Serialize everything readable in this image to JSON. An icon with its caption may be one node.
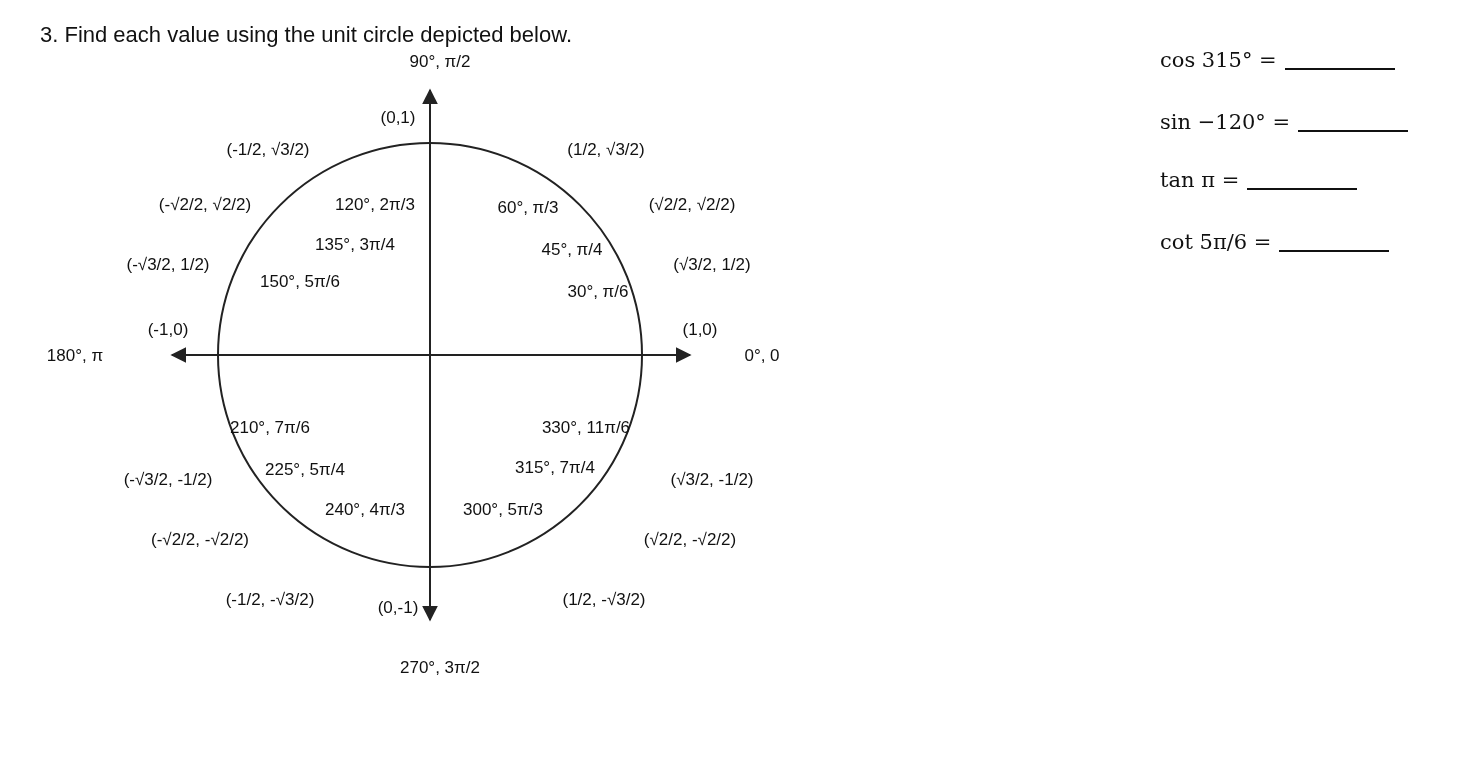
{
  "diagram": {
    "title": "3. Find each value using the unit circle depicted below.",
    "labels": [
      "90°, π/2",
      "(0,1)",
      "(-1/2, √3/2)",
      "(1/2, √3/2)",
      "(-√2/2, √2/2)",
      "120°, 2π/3",
      "60°, π/3",
      "(√2/2, √2/2)",
      "135°, 3π/4",
      "45°, π/4",
      "(-√3/2, 1/2)",
      "150°, 5π/6",
      "30°, π/6",
      "(√3/2, 1/2)",
      "180°, π",
      "(-1,0)",
      "(1,0)",
      "0°, 0",
      "210°, 7π/6",
      "330°, 11π/6",
      "(-√3/2, -1/2)",
      "(√3/2, -1/2)",
      "225°, 5π/4",
      "315°, 7π/4",
      "(-√2/2, -√2/2)",
      "240°, 4π/3",
      "300°, 5π/3",
      "(√2/2, -√2/2)",
      "(-1/2, -√3/2)",
      "(0,-1)",
      "(1/2, -√3/2)",
      "270°, 3π/2",
      "cos 315° =",
      "sin −120° =",
      "tan π =",
      "cot 5π/6 ="
    ]
  }
}
